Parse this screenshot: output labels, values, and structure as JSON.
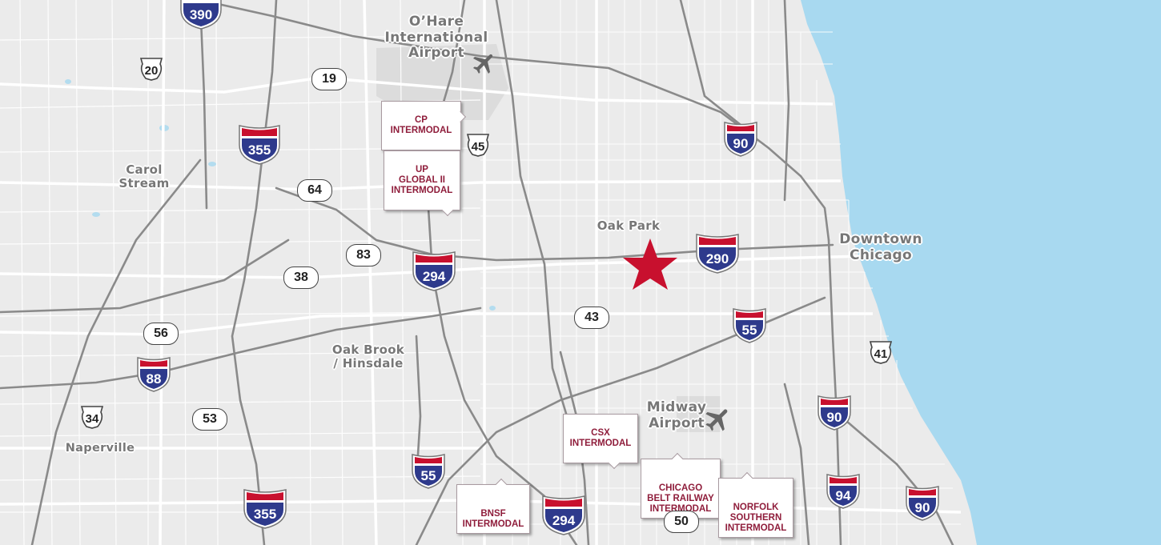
{
  "map": {
    "colors": {
      "land": "#ebebeb",
      "water": "#a8d9f0",
      "highway": "#8a8a8a",
      "arterial": "#ffffff",
      "label": "#777777",
      "callout_text": "#8f1d3b",
      "star": "#c8102e",
      "interstate_blue": "#2e3a8c",
      "interstate_red": "#c8102e"
    },
    "marker": {
      "icon": "star-icon",
      "near": "Oak Park"
    }
  },
  "places": {
    "ohare": "O’Hare\nInternational\nAirport",
    "carol_stream": "Carol\nStream",
    "oak_park": "Oak Park",
    "downtown": "Downtown\nChicago",
    "oak_brook": "Oak Brook\n/ Hinsdale",
    "naperville": "Naperville",
    "midway": "Midway\nAirport"
  },
  "callouts": {
    "cp": "CP\nINTERMODAL",
    "up": "UP\nGLOBAL II\nINTERMODAL",
    "csx": "CSX\nINTERMODAL",
    "cbr": "CHICAGO\nBELT RAILWAY\nINTERMODAL",
    "ns": "NORFOLK\nSOUTHERN\nINTERMODAL",
    "bnsf": "BNSF\nINTERMODAL"
  },
  "interstates": {
    "i390": "390",
    "i355_north": "355",
    "i90_north": "90",
    "i290": "290",
    "i294_north": "294",
    "i55_east": "55",
    "i88": "88",
    "i90_south": "90",
    "i55_south": "55",
    "i294_south": "294",
    "i355_south": "355",
    "i94": "94",
    "i90_southeast": "90"
  },
  "us_routes": {
    "us20": "20",
    "us45": "45",
    "us41": "41",
    "us34": "34"
  },
  "state_routes": {
    "r19": "19",
    "r64": "64",
    "r83": "83",
    "r38": "38",
    "r43": "43",
    "r56": "56",
    "r53": "53",
    "r50": "50"
  }
}
